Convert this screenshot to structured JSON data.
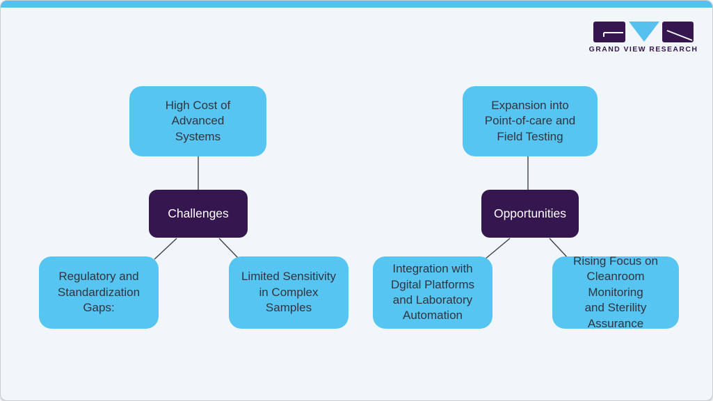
{
  "page": {
    "type": "infographic-diagram",
    "colors": {
      "background": "#f0f6fa",
      "top_bar": "#56c1ee",
      "node_blue": "#57c5f2",
      "hub_purple": "#36164e",
      "node_text": "#33333d",
      "hub_text": "#ffffff",
      "connector": "#3f3f3f"
    }
  },
  "logo": {
    "wordmark": "GRAND VIEW RESEARCH",
    "icon": "gvr-monogram (purple block, blue down-triangle, purple block)"
  },
  "diagram": {
    "challenges": {
      "hub_label": "Challenges",
      "top_node": "High Cost of\nAdvanced\nSystems",
      "bottom_left_node": "Regulatory and\nStandardization\nGaps:",
      "bottom_right_node": "Limited Sensitivity\nin Complex\nSamples"
    },
    "opportunities": {
      "hub_label": "Opportunities",
      "top_node": "Expansion into\nPoint-of-care and\nField Testing",
      "bottom_left_node": "Integration with\nDgital Platforms\nand Laboratory\nAutomation",
      "bottom_right_node": "Rising Focus on\nCleanroom Monitoring\nand Sterility\nAssurance"
    }
  }
}
